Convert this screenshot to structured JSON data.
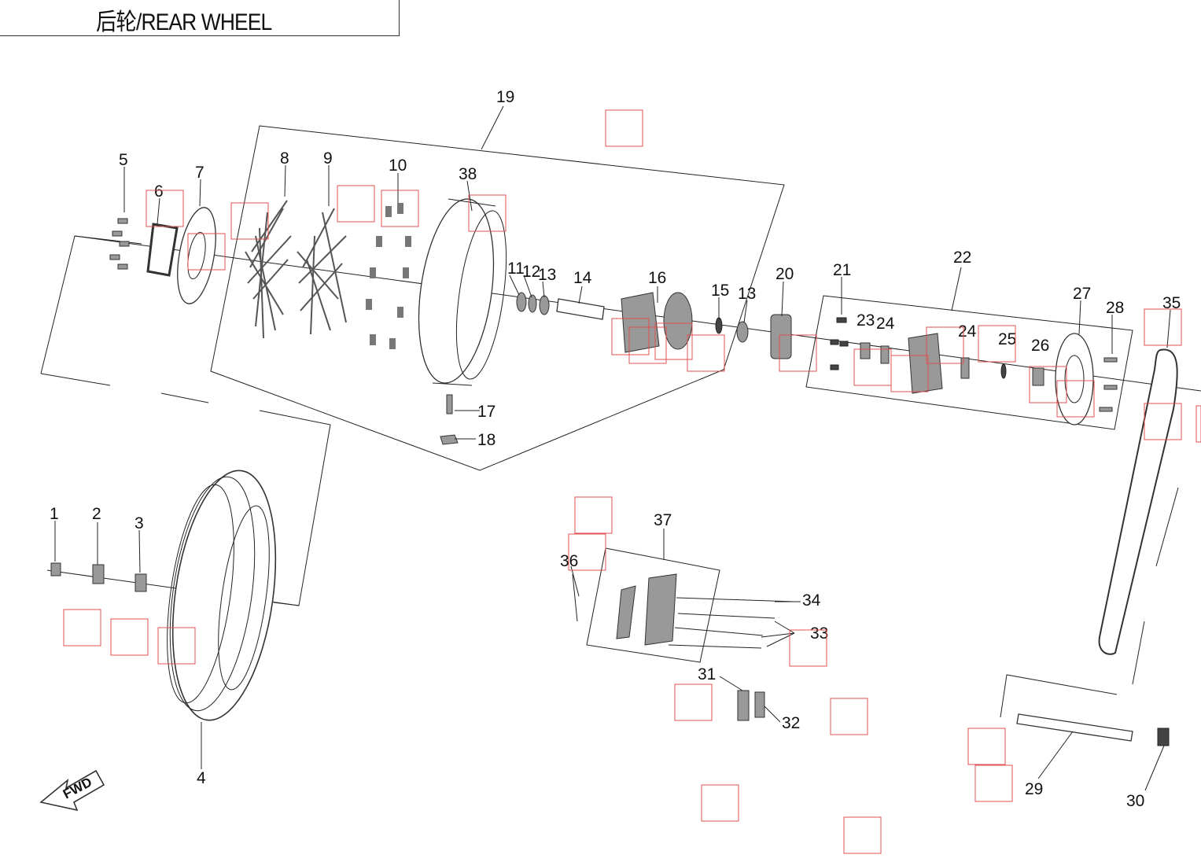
{
  "title": "后轮/REAR WHEEL",
  "fwd_label": "FWD",
  "callouts": {
    "c1": "1",
    "c2": "2",
    "c3": "3",
    "c4": "4",
    "c5": "5",
    "c6": "6",
    "c7": "7",
    "c8": "8",
    "c9": "9",
    "c10": "10",
    "c11": "11",
    "c12": "12",
    "c13a": "13",
    "c13b": "13",
    "c14": "14",
    "c15": "15",
    "c16": "16",
    "c17": "17",
    "c18": "18",
    "c19": "19",
    "c20": "20",
    "c21": "21",
    "c22": "22",
    "c23": "23",
    "c24a": "24",
    "c24b": "24",
    "c25": "25",
    "c26": "26",
    "c27": "27",
    "c28": "28",
    "c29": "29",
    "c30": "30",
    "c31": "31",
    "c32": "32",
    "c33": "33",
    "c34": "34",
    "c35": "35",
    "c36": "36",
    "c37": "37",
    "c38": "38"
  },
  "colors": {
    "line": "#222222",
    "highlight_box": "#e05050"
  }
}
